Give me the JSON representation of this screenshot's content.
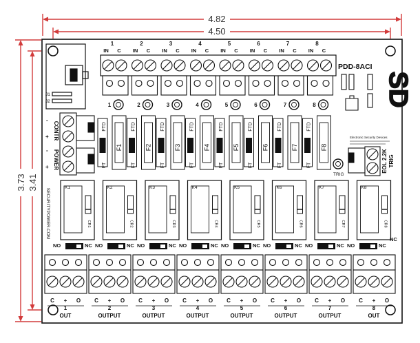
{
  "dimensions": {
    "width_outer": "4.82",
    "width_inner": "4.50",
    "height_outer": "3.73",
    "height_inner": "3.41"
  },
  "board": {
    "model": "PDD-8ACI",
    "logo_text": "SD",
    "website": "SECURITYPOWER.COM",
    "eol_label": "EOL 2.2K",
    "trig_label": "TRIG",
    "trig_led_label": "TRIG",
    "contr_label": "CONTR",
    "power_label": "POWER",
    "j_labels": [
      "J1",
      "J2"
    ],
    "small_text": "Electronic Security Devices"
  },
  "channels": [
    {
      "number": "1",
      "fuse": "F1",
      "relay": "K1",
      "diode": "CR1",
      "output": "OUT"
    },
    {
      "number": "2",
      "fuse": "F2",
      "relay": "K2",
      "diode": "CR2",
      "output": "OUTPUT"
    },
    {
      "number": "3",
      "fuse": "F3",
      "relay": "K3",
      "diode": "CR3",
      "output": "OUTPUT"
    },
    {
      "number": "4",
      "fuse": "F4",
      "relay": "K4",
      "diode": "CR4",
      "output": "OUTPUT"
    },
    {
      "number": "5",
      "fuse": "F5",
      "relay": "K5",
      "diode": "CR5",
      "output": "OUTPUT"
    },
    {
      "number": "6",
      "fuse": "F6",
      "relay": "K6",
      "diode": "CR6",
      "output": "OUTPUT"
    },
    {
      "number": "7",
      "fuse": "F7",
      "relay": "K7",
      "diode": "CR7",
      "output": "OUTPUT"
    },
    {
      "number": "8",
      "fuse": "F8",
      "relay": "K8",
      "diode": "CR8",
      "output": "OUT"
    }
  ],
  "labels": {
    "in": "IN",
    "c": "C",
    "ftd": "FTD",
    "ft": "FT",
    "nc": "NC",
    "no": "NO",
    "plus": "+",
    "minus": "-",
    "o": "O"
  }
}
